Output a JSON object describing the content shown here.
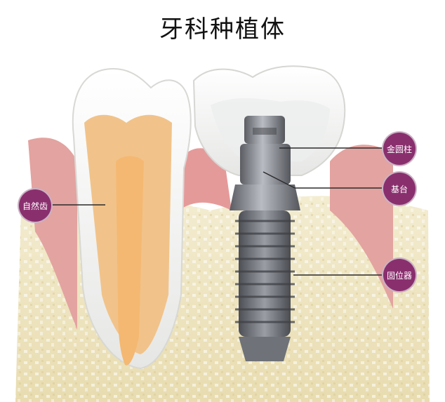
{
  "title": "牙科种植体",
  "labels": {
    "natural_tooth": "自然齿",
    "crown": "金圆柱",
    "abutment": "基台",
    "fixture": "固位器"
  },
  "colors": {
    "label_badge": "#8a2f6e",
    "gum": "#e59a9a",
    "bone": "#efe6c4",
    "enamel": "#f5f5f2",
    "dentin": "#f0c48a",
    "pulp": "#f3b571",
    "implant_metal": "#7e8087"
  }
}
